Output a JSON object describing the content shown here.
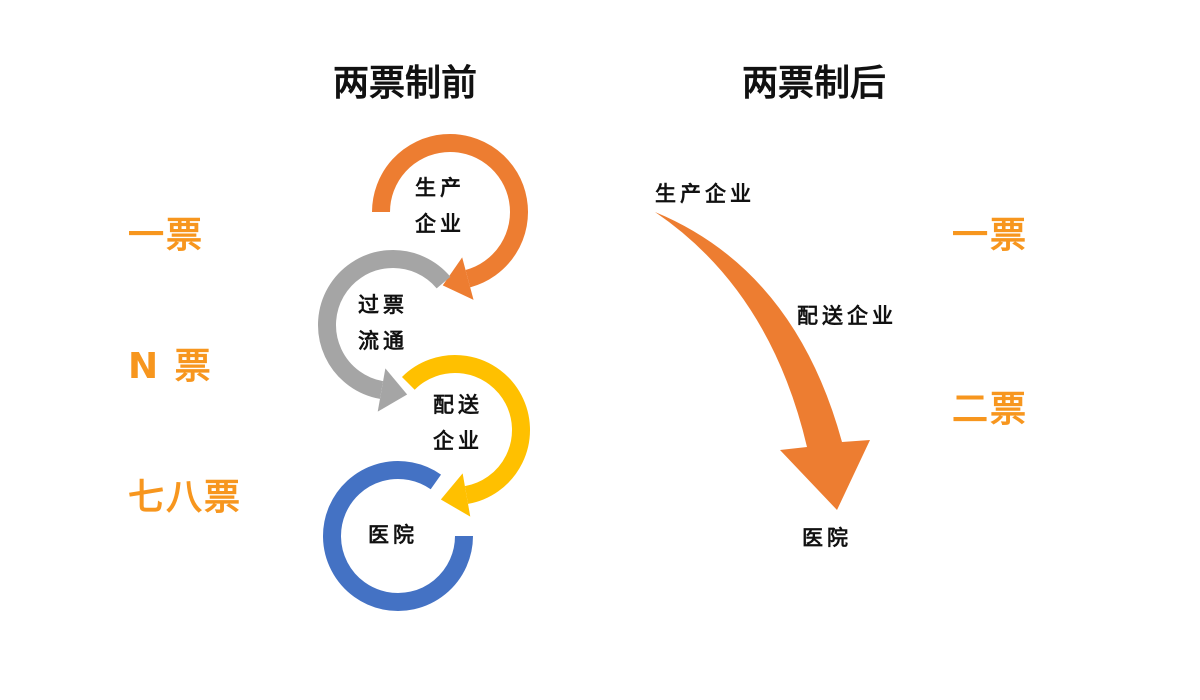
{
  "titles": {
    "before": "两票制前",
    "after": "两票制后"
  },
  "left_labels": [
    "一票",
    "N 票",
    "七八票"
  ],
  "right_labels": [
    "一票",
    "二票"
  ],
  "before_nodes": [
    {
      "line1": "生产",
      "line2": "企业",
      "color": "#ED7D31"
    },
    {
      "line1": "过票",
      "line2": "流通",
      "color": "#A5A5A5"
    },
    {
      "line1": "配送",
      "line2": "企业",
      "color": "#FFC000"
    },
    {
      "line1": "医院",
      "line2": "",
      "color": "#4472C4"
    }
  ],
  "after_nodes": {
    "start": "生产企业",
    "middle": "配送企业",
    "end": "医院"
  },
  "colors": {
    "label": "#F7961E",
    "arrow": "#ED7D31"
  }
}
